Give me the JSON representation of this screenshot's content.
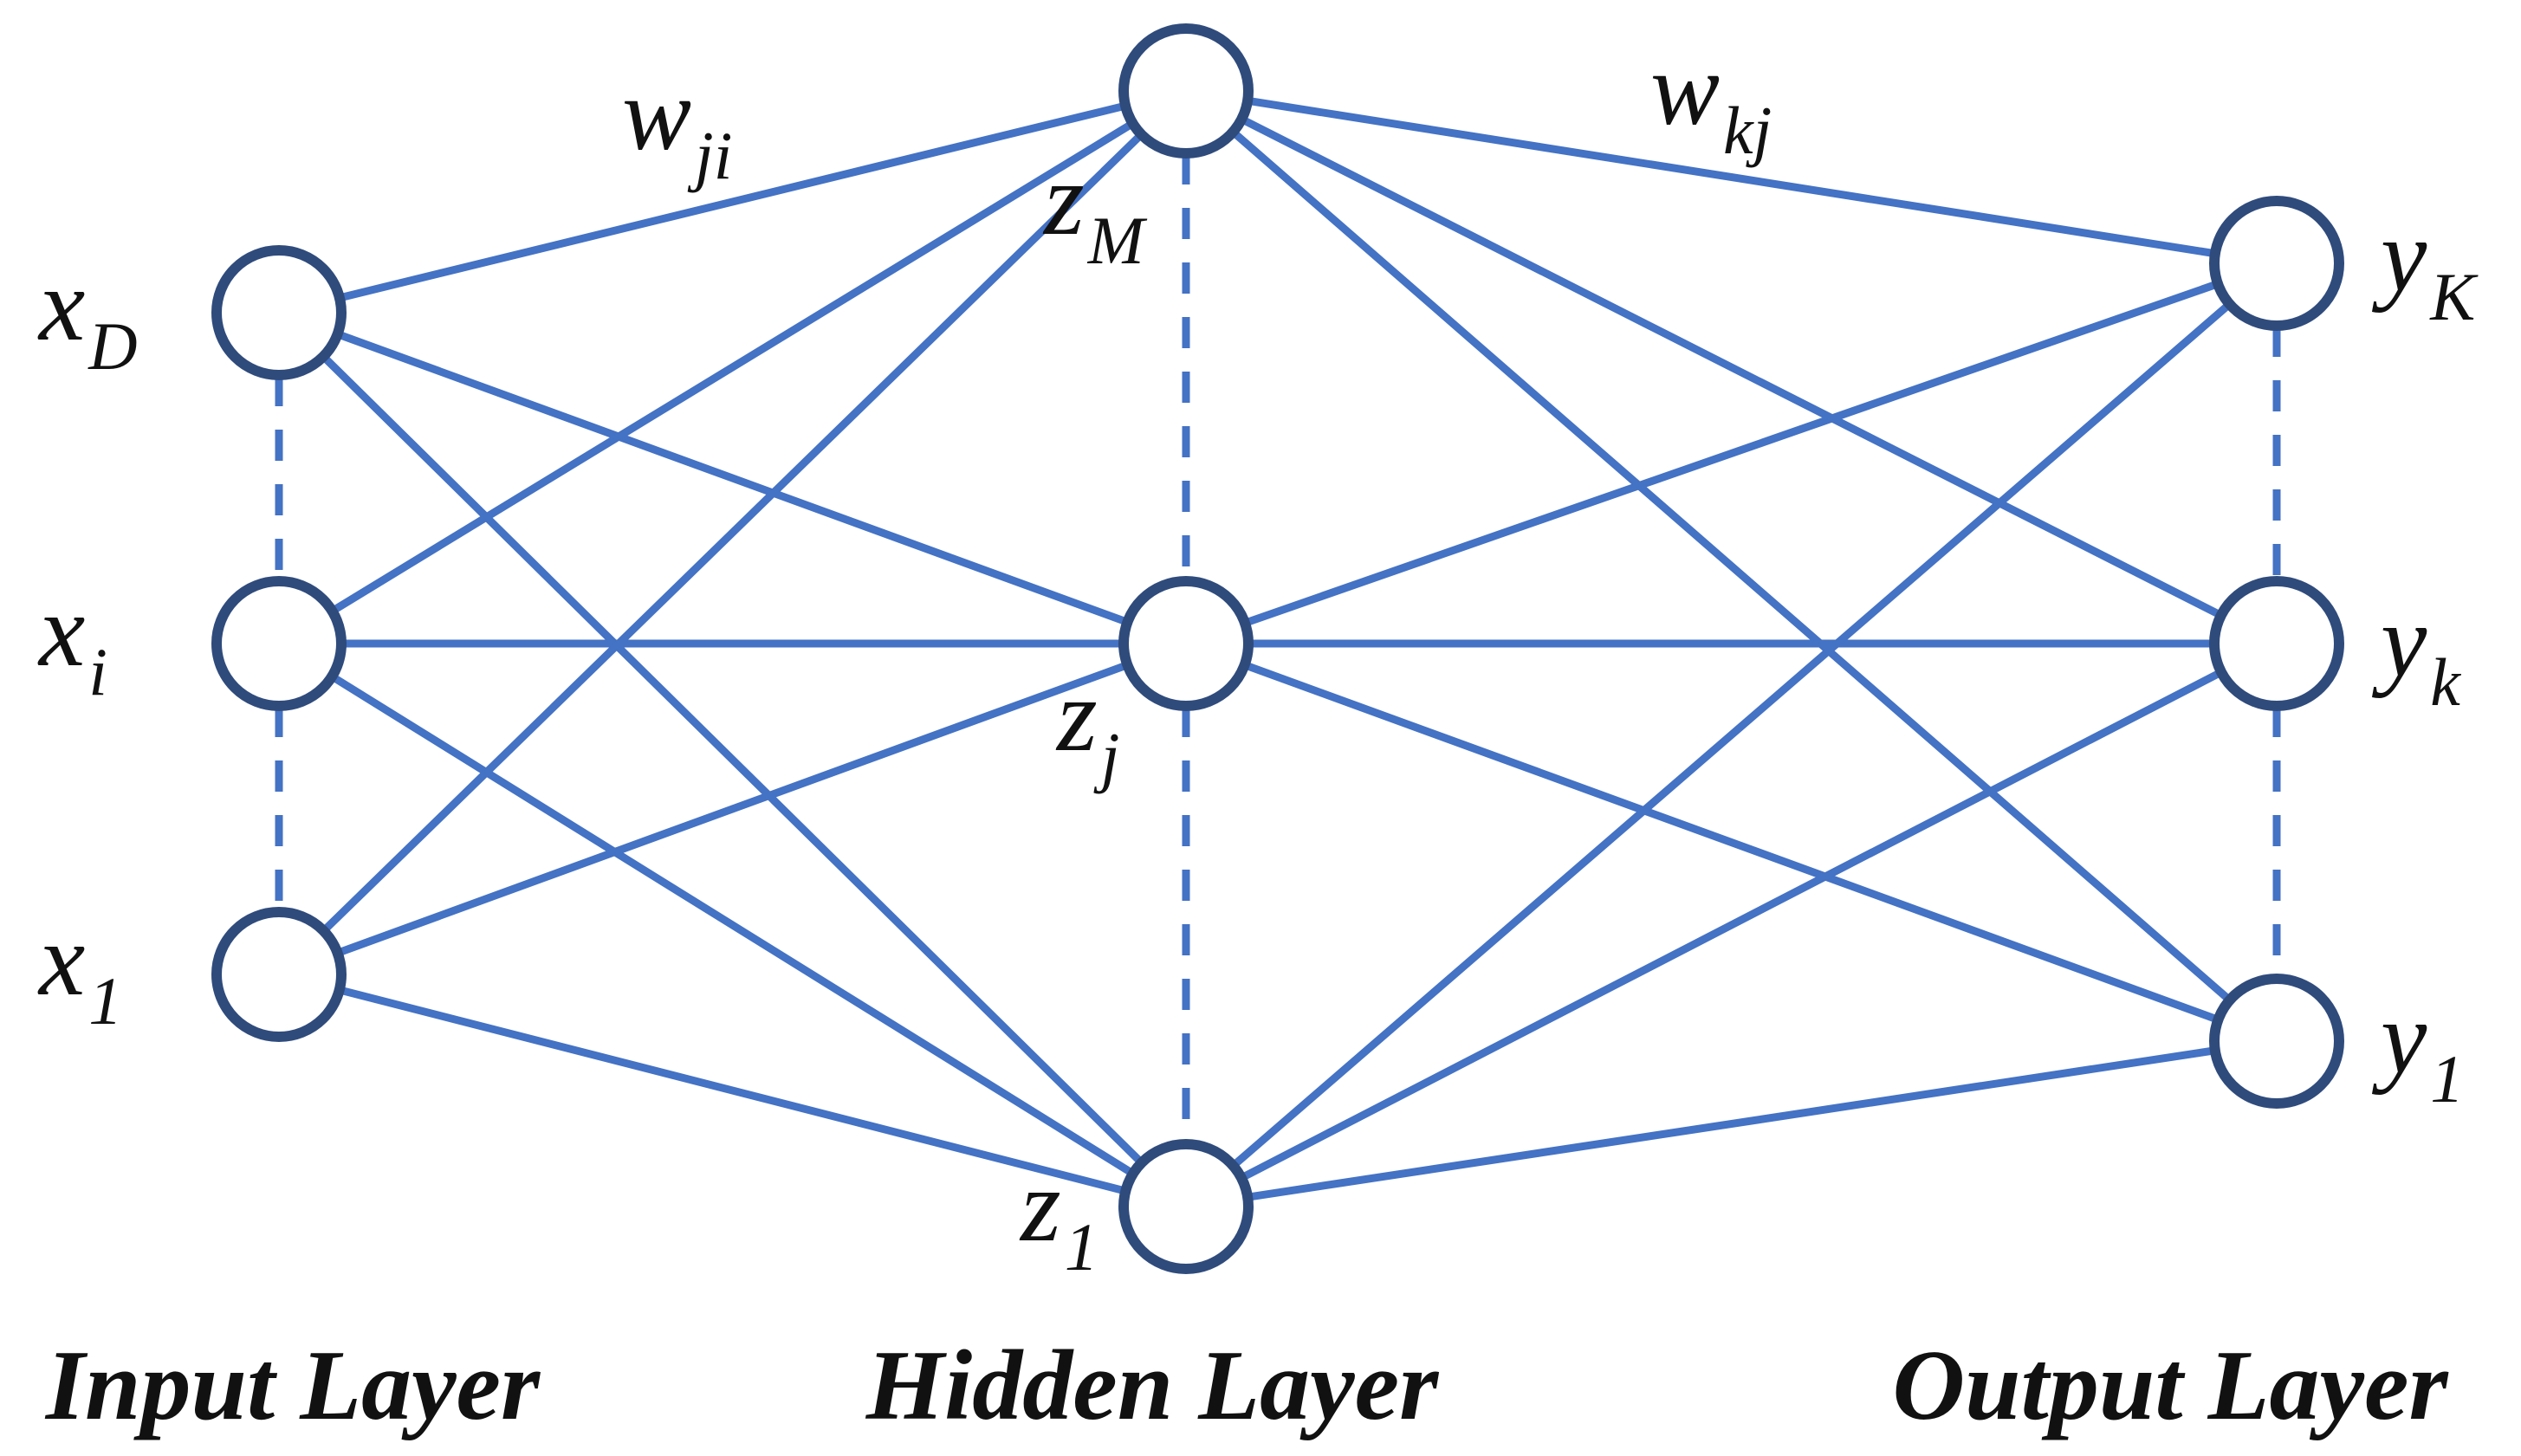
{
  "colors": {
    "edge": "#4472c4",
    "node_stroke": "#2f4b7c",
    "node_fill": "#ffffff",
    "text": "#111111"
  },
  "weights": {
    "input_hidden": {
      "base": "w",
      "sub": "ji"
    },
    "hidden_output": {
      "base": "w",
      "sub": "kj"
    }
  },
  "layers": {
    "input": {
      "title": "Input Layer",
      "nodes": [
        {
          "id": "x_D",
          "base": "x",
          "sub": "D"
        },
        {
          "id": "x_i",
          "base": "x",
          "sub": "i"
        },
        {
          "id": "x_1",
          "base": "x",
          "sub": "1"
        }
      ]
    },
    "hidden": {
      "title": "Hidden Layer",
      "nodes": [
        {
          "id": "z_M",
          "base": "z",
          "sub": "M"
        },
        {
          "id": "z_j",
          "base": "z",
          "sub": "j"
        },
        {
          "id": "z_1",
          "base": "z",
          "sub": "1"
        }
      ]
    },
    "output": {
      "title": "Output Layer",
      "nodes": [
        {
          "id": "y_K",
          "base": "y",
          "sub": "K"
        },
        {
          "id": "y_k",
          "base": "y",
          "sub": "k"
        },
        {
          "id": "y_1",
          "base": "y",
          "sub": "1"
        }
      ]
    }
  }
}
